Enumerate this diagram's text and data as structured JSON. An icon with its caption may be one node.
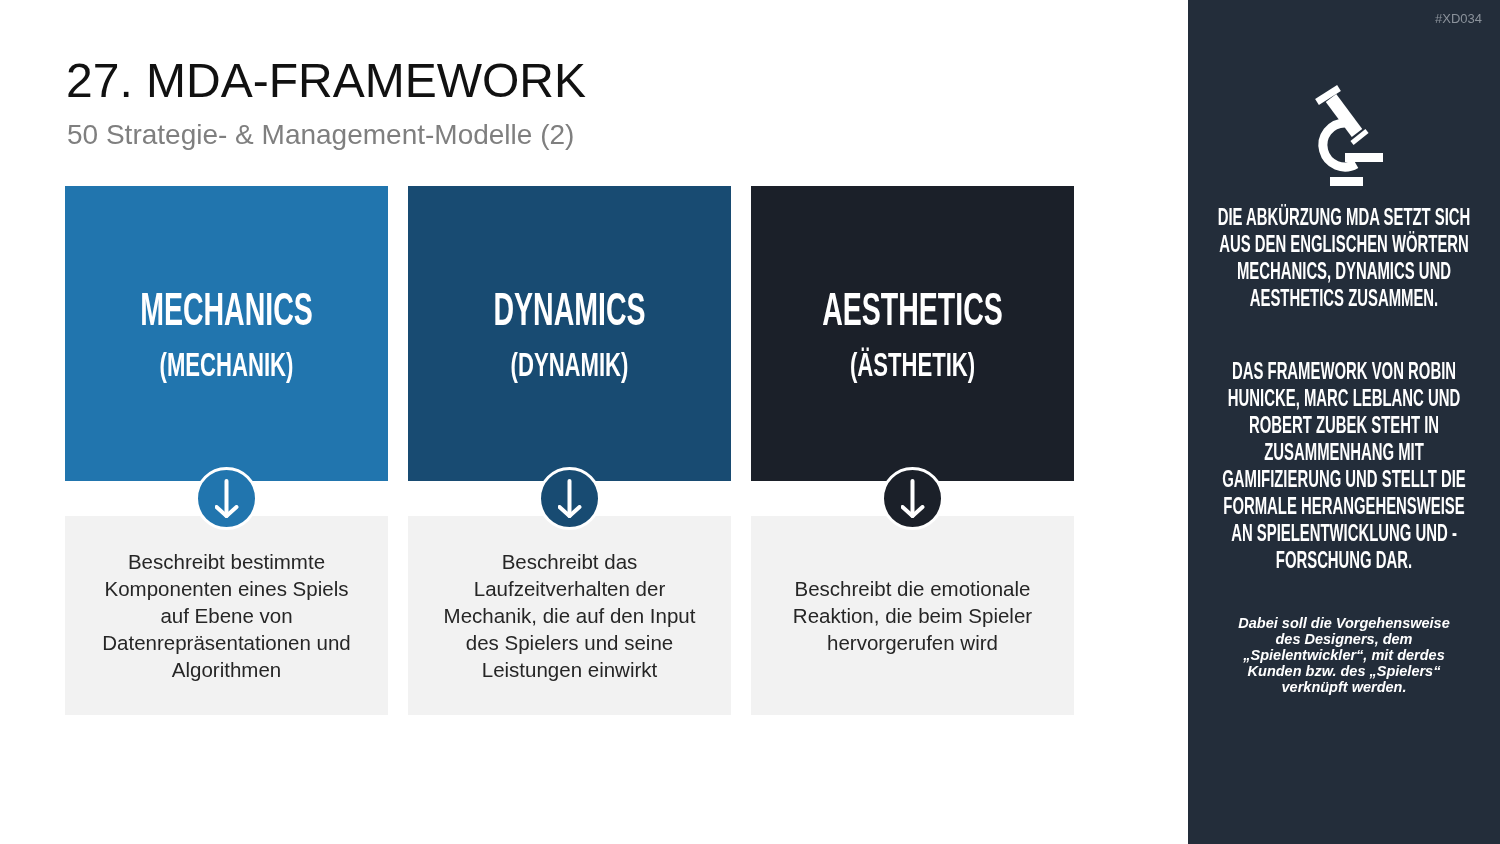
{
  "diagram": {
    "title": "27. MDA-FRAMEWORK",
    "nodes": [
      {
        "text": [
          "MECHANICS",
          "(MECHANIK)"
        ]
      },
      {
        "text": [
          "DYNAMICS",
          "(DYNAMIK)"
        ]
      },
      {
        "text": [
          "AESTHETICS",
          "(ÄSTHETIK)"
        ]
      },
      {
        "text": [
          "Beschreibt bestimmte Komponenten eines Spiels auf Ebene von Datenrepräsentationen und Algorithmen"
        ]
      },
      {
        "text": [
          "Beschreibt das Laufzeitverhalten der Mechanik, die auf den Input des Spielers und seine Leistungen einwirkt"
        ]
      },
      {
        "text": [
          "Beschreibt die emotionale Reaktion, die beim Spieler hervorgerufen wird"
        ]
      },
      {
        "text": [
          "DIE ABKÜRZUNG MDA SETZT SICH AUS DEN ENGLISCHEN WÖRTERN MECHANICS, DYNAMICS UND AESTHETICS ZUSAMMEN.",
          "DAS FRAMEWORK VON ROBIN HUNICKE, MARC LEBLANC UND ROBERT ZUBEK STEHT IN ZUSAMMENHANG MIT GAMIFIZIERUNG UND STELLT DIE FORMALE HERANGEHENSWEISE AN SPIELENTWICKLUNG UND -FORSCHUNG DAR.",
          "Dabei soll die Vorgehensweise des Designers, dem „Spielentwickler“, mit derdes Kunden bzw. des „Spielers“ verknüpft werden."
        ]
      }
    ],
    "edges": [
      {
        "from": 0,
        "to": 3,
        "arrow": "to"
      },
      {
        "from": 1,
        "to": 4,
        "arrow": "to"
      },
      {
        "from": 2,
        "to": 5,
        "arrow": "to"
      }
    ],
    "labels": [
      "50 Strategie- & Management-Modelle (2)",
      "#XD034"
    ]
  }
}
